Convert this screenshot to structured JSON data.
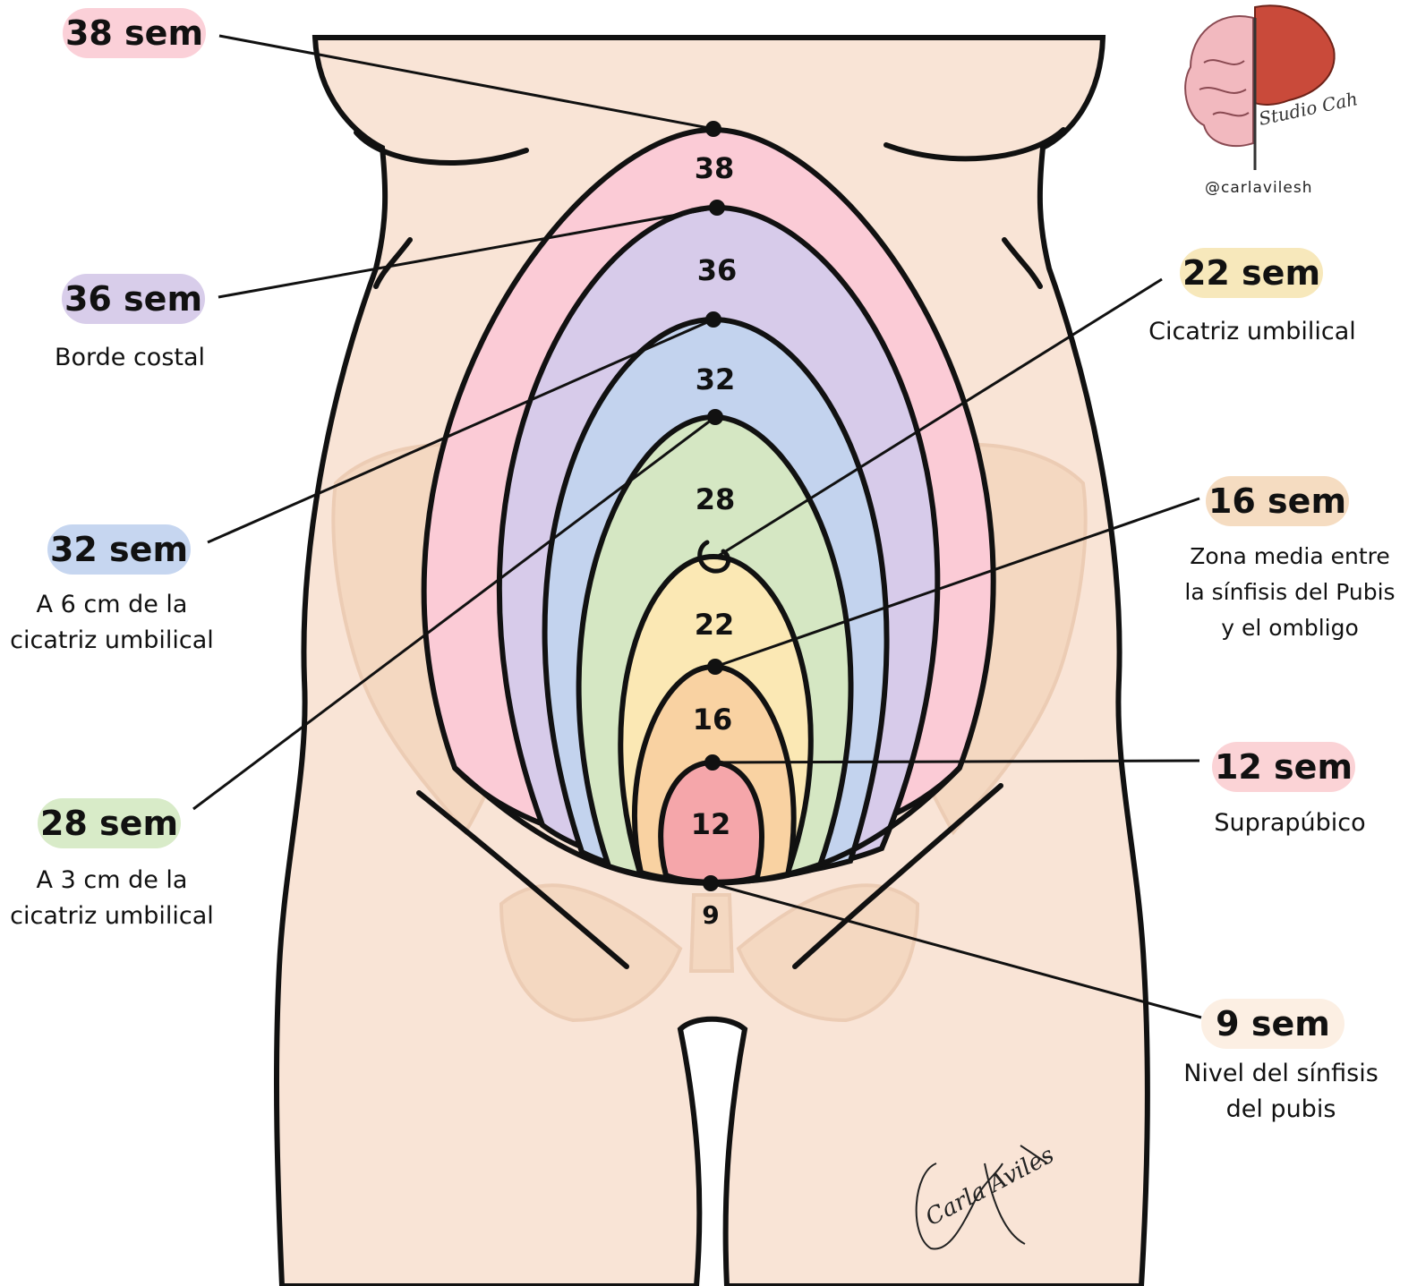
{
  "colors": {
    "skin": "#f9e4d6",
    "pelvis": "#f1cfb1",
    "w38": "#fbcbd6",
    "w36": "#d7cbea",
    "w32": "#c3d3ee",
    "w28": "#d5e7c3",
    "w22": "#fbe8b4",
    "w16": "#f9d2a2",
    "w12": "#f5a6aa"
  },
  "zone_numbers": [
    "38",
    "36",
    "32",
    "28",
    "22",
    "16",
    "12",
    "9"
  ],
  "labels": {
    "l38": {
      "title": "38 sem",
      "color": "#fbd0d8"
    },
    "l36": {
      "title": "36 sem",
      "lines": [
        "Borde costal"
      ],
      "color": "#d8cdea"
    },
    "l32": {
      "title": "32 sem",
      "lines": [
        "A 6 cm de la",
        "cicatriz umbilical"
      ],
      "color": "#c6d6f0"
    },
    "l28": {
      "title": "28 sem",
      "lines": [
        "A 3 cm de la",
        "cicatriz umbilical"
      ],
      "color": "#d8ebc8"
    },
    "l22": {
      "title": "22 sem",
      "lines": [
        "Cicatriz umbilical"
      ],
      "color": "#f7e8bb"
    },
    "l16": {
      "title": "16 sem",
      "lines": [
        "Zona media entre",
        "la sínfisis del Pubis",
        "y el ombligo"
      ],
      "color": "#f5dcc1"
    },
    "l12": {
      "title": "12 sem",
      "lines": [
        "Suprapúbico"
      ],
      "color": "#fbd3d6"
    },
    "l9": {
      "title": "9 sem",
      "lines": [
        "Nivel del sínfisis",
        "del pubis"
      ],
      "color": "#fcefe3"
    }
  },
  "logo": {
    "handle": "@carlavilesh",
    "brand_text": "Studio Cah",
    "signature_text": "Carla Aviles"
  }
}
